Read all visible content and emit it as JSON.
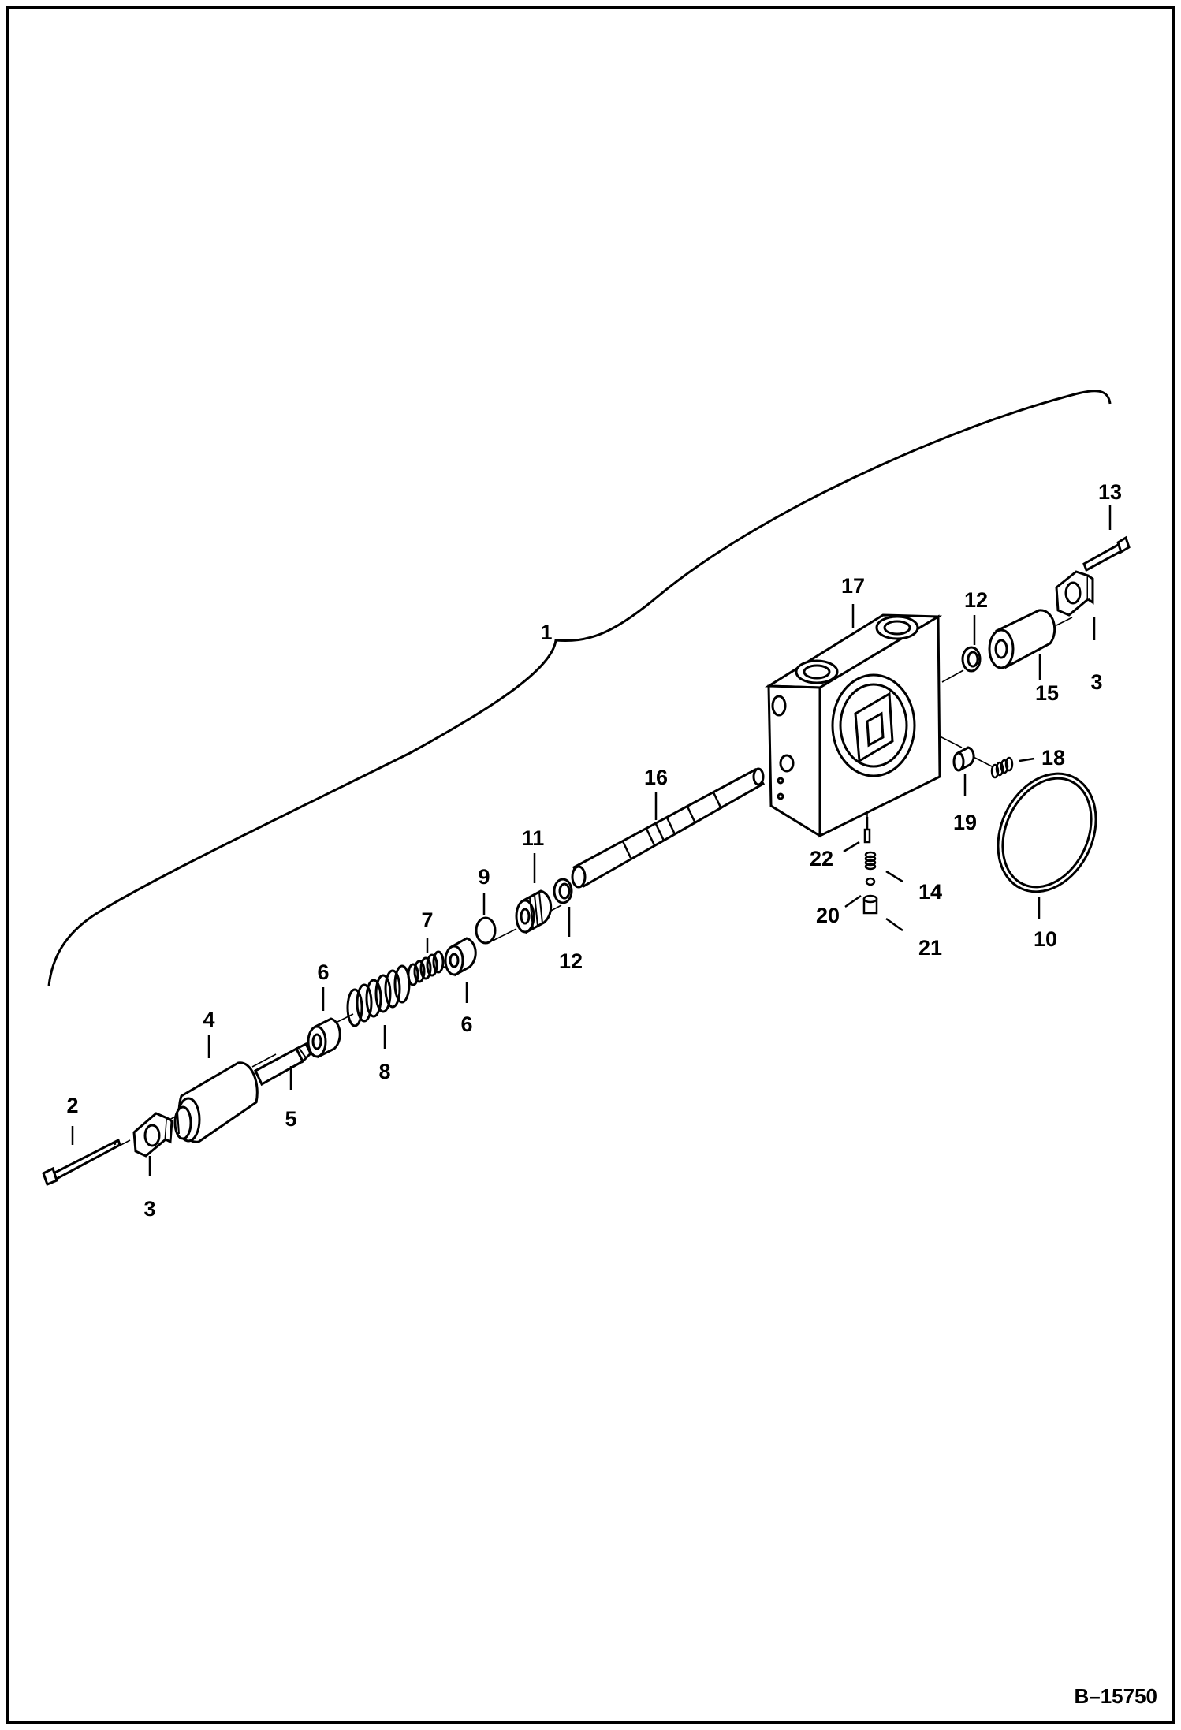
{
  "figure_id": "B–15750",
  "callouts": [
    {
      "id": "c1",
      "text": "1"
    },
    {
      "id": "c2",
      "text": "2"
    },
    {
      "id": "c3a",
      "text": "3"
    },
    {
      "id": "c3b",
      "text": "3"
    },
    {
      "id": "c4",
      "text": "4"
    },
    {
      "id": "c5",
      "text": "5"
    },
    {
      "id": "c6a",
      "text": "6"
    },
    {
      "id": "c6b",
      "text": "6"
    },
    {
      "id": "c7",
      "text": "7"
    },
    {
      "id": "c8",
      "text": "8"
    },
    {
      "id": "c9",
      "text": "9"
    },
    {
      "id": "c10",
      "text": "10"
    },
    {
      "id": "c11",
      "text": "11"
    },
    {
      "id": "c12a",
      "text": "12"
    },
    {
      "id": "c12b",
      "text": "12"
    },
    {
      "id": "c13",
      "text": "13"
    },
    {
      "id": "c14",
      "text": "14"
    },
    {
      "id": "c15",
      "text": "15"
    },
    {
      "id": "c16",
      "text": "16"
    },
    {
      "id": "c17",
      "text": "17"
    },
    {
      "id": "c18",
      "text": "18"
    },
    {
      "id": "c19",
      "text": "19"
    },
    {
      "id": "c20",
      "text": "20"
    },
    {
      "id": "c21",
      "text": "21"
    },
    {
      "id": "c22",
      "text": "22"
    }
  ]
}
